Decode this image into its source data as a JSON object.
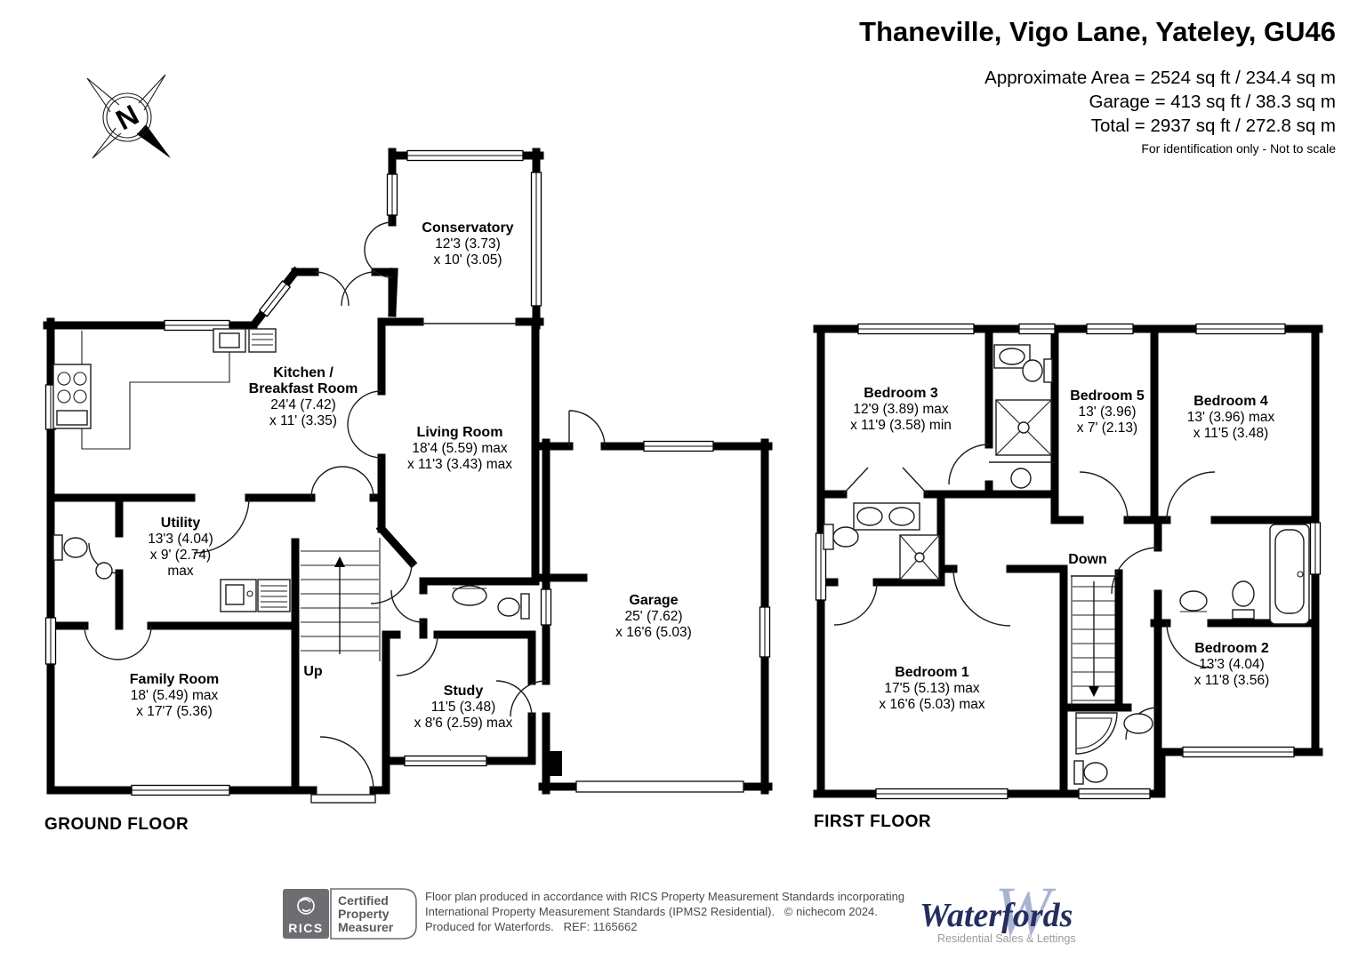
{
  "header": {
    "title": "Thaneville, Vigo Lane, Yateley, GU46",
    "area_line": "Approximate Area = 2524 sq ft / 234.4 sq m",
    "garage_line": "Garage = 413 sq ft / 38.3 sq m",
    "total_line": "Total = 2937 sq ft / 272.8 sq m",
    "disclaimer": "For identification only - Not to scale"
  },
  "compass": {
    "north_label": "N"
  },
  "floors": {
    "ground": {
      "label": "GROUND FLOOR",
      "stairs_label": "Up",
      "rooms": {
        "conservatory": {
          "lines": [
            "Conservatory",
            "12'3 (3.73)",
            "x 10' (3.05)"
          ]
        },
        "kitchen": {
          "lines": [
            "Kitchen /",
            "Breakfast Room",
            "24'4 (7.42)",
            "x 11' (3.35)"
          ]
        },
        "living_room": {
          "lines": [
            "Living Room",
            "18'4 (5.59) max",
            "x 11'3 (3.43) max"
          ]
        },
        "utility": {
          "lines": [
            "Utility",
            "13'3 (4.04)",
            "x 9' (2.74)",
            "max"
          ]
        },
        "family_room": {
          "lines": [
            "Family Room",
            "18' (5.49) max",
            "x 17'7 (5.36)"
          ]
        },
        "study": {
          "lines": [
            "Study",
            "11'5 (3.48)",
            "x 8'6 (2.59) max"
          ]
        },
        "garage": {
          "lines": [
            "Garage",
            "25' (7.62)",
            "x 16'6 (5.03)"
          ]
        }
      }
    },
    "first": {
      "label": "FIRST FLOOR",
      "stairs_label": "Down",
      "rooms": {
        "bedroom1": {
          "lines": [
            "Bedroom 1",
            "17'5 (5.13) max",
            "x 16'6 (5.03) max"
          ]
        },
        "bedroom2": {
          "lines": [
            "Bedroom 2",
            "13'3 (4.04)",
            "x 11'8 (3.56)"
          ]
        },
        "bedroom3": {
          "lines": [
            "Bedroom 3",
            "12'9 (3.89) max",
            "x 11'9 (3.58) min"
          ]
        },
        "bedroom4": {
          "lines": [
            "Bedroom 4",
            "13' (3.96) max",
            "x 11'5 (3.48)"
          ]
        },
        "bedroom5": {
          "lines": [
            "Bedroom 5",
            "13' (3.96)",
            "x 7' (2.13)"
          ]
        }
      }
    }
  },
  "footer": {
    "rics": {
      "brand": "RICS",
      "lines": [
        "Certified",
        "Property",
        "Measurer"
      ]
    },
    "credit_lines": [
      "Floor plan produced in accordance with RICS Property Measurement Standards incorporating",
      "International Property Measurement Standards (IPMS2 Residential).   © nichecom 2024.",
      "Produced for Waterfords.   REF: 1165662"
    ],
    "waterfords": {
      "monogram": "W",
      "name": "Waterfords",
      "tagline": "Residential Sales & Lettings"
    }
  },
  "colors": {
    "walls": "#000000",
    "footer_text": "#4a4a4c",
    "rics_gray": "#6d6e71",
    "waterfords_navy": "#252e5e",
    "waterfords_flourish": "#aab3d2"
  }
}
